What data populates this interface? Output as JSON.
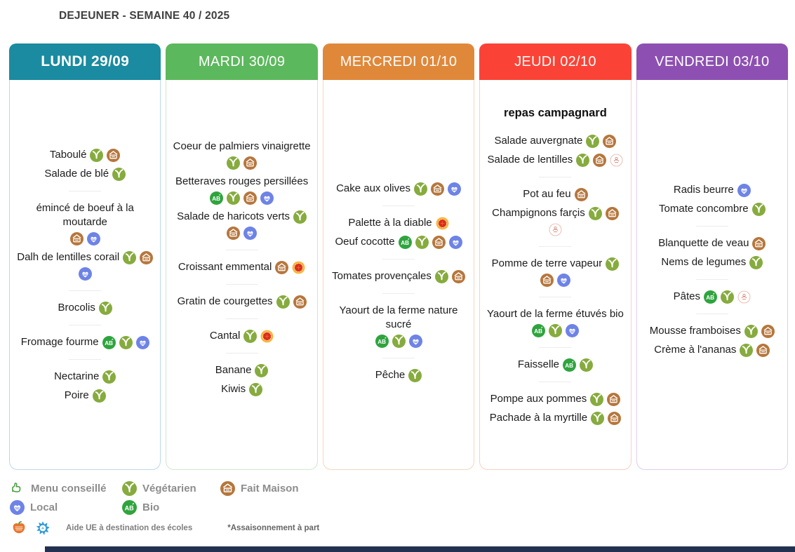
{
  "title": "DEJEUNER - SEMAINE 40 / 2025",
  "icon_meanings": {
    "veg": "Végétarien",
    "fm": "Fait Maison",
    "local": "Local",
    "bio": "Bio",
    "aop": "AOP label",
    "label": "quality label"
  },
  "colors": {
    "veg": "#86ab3e",
    "fait_maison": "#b6763c",
    "local": "#6e83e6",
    "bio": "#2fa43e",
    "aop_outer": "#f5b63e",
    "aop_inner": "#dd2b1c",
    "bottom_bar": "#23304f"
  },
  "columns": [
    {
      "day": "LUNDI 29/09",
      "color": "#1a8ba0",
      "border": "#b9dae8",
      "bold": true,
      "meal_title": "",
      "groups": [
        [
          {
            "text": "Taboulé",
            "icons": [
              "veg",
              "fm"
            ]
          },
          {
            "text": "Salade de blé",
            "icons": [
              "veg"
            ]
          }
        ],
        [
          {
            "text": "émincé de boeuf à la moutarde",
            "icons": [
              "fm",
              "local"
            ]
          },
          {
            "text": "Dalh de lentilles corail",
            "icons": [
              "veg",
              "fm",
              "local"
            ]
          }
        ],
        [
          {
            "text": "Brocolis",
            "icons": [
              "veg"
            ]
          }
        ],
        [
          {
            "text": "Fromage fourme",
            "icons": [
              "bio",
              "veg",
              "local"
            ]
          }
        ],
        [
          {
            "text": "Nectarine",
            "icons": [
              "veg"
            ]
          },
          {
            "text": "Poire",
            "icons": [
              "veg"
            ]
          }
        ]
      ]
    },
    {
      "day": "MARDI 30/09",
      "color": "#5cb85c",
      "border": "#cde9cd",
      "bold": false,
      "meal_title": "",
      "groups": [
        [
          {
            "text": "Coeur de palmiers vinaigrette",
            "icons": [
              "veg",
              "fm"
            ]
          },
          {
            "text": "Betteraves rouges persillées",
            "icons": [
              "bio",
              "veg",
              "fm",
              "local"
            ]
          },
          {
            "text": "Salade de haricots verts",
            "icons": [
              "veg",
              "fm",
              "local"
            ]
          }
        ],
        [
          {
            "text": "Croissant emmental",
            "icons": [
              "fm",
              "aop"
            ]
          }
        ],
        [
          {
            "text": "Gratin de courgettes",
            "icons": [
              "veg",
              "fm"
            ]
          }
        ],
        [
          {
            "text": "Cantal",
            "icons": [
              "veg",
              "aop"
            ]
          }
        ],
        [
          {
            "text": "Banane",
            "icons": [
              "veg"
            ]
          },
          {
            "text": "Kiwis",
            "icons": [
              "veg"
            ]
          }
        ]
      ]
    },
    {
      "day": "MERCREDI 01/10",
      "color": "#e0883a",
      "border": "#f4d8bd",
      "bold": false,
      "meal_title": "",
      "groups": [
        [
          {
            "text": "Cake aux olives",
            "icons": [
              "veg",
              "fm",
              "local"
            ]
          }
        ],
        [
          {
            "text": "Palette à la diable",
            "icons": [
              "aop"
            ]
          },
          {
            "text": "Oeuf cocotte",
            "icons": [
              "bio",
              "veg",
              "fm",
              "local"
            ]
          }
        ],
        [
          {
            "text": "Tomates provençales",
            "icons": [
              "veg",
              "fm"
            ]
          }
        ],
        [
          {
            "text": "Yaourt de la ferme nature sucré",
            "icons": [
              "bio",
              "veg",
              "local"
            ]
          }
        ],
        [
          {
            "text": "Pêche",
            "icons": [
              "veg"
            ]
          }
        ]
      ]
    },
    {
      "day": "JEUDI 02/10",
      "color": "#fa4336",
      "border": "#fbcfc5",
      "bold": false,
      "meal_title": "repas campagnard",
      "groups": [
        [
          {
            "text": "Salade auvergnate",
            "icons": [
              "veg",
              "fm"
            ]
          },
          {
            "text": "Salade de lentilles",
            "icons": [
              "veg",
              "fm",
              "label"
            ]
          }
        ],
        [
          {
            "text": "Pot au feu",
            "icons": [
              "fm"
            ]
          },
          {
            "text": "Champignons farçis",
            "icons": [
              "veg",
              "fm",
              "label"
            ]
          }
        ],
        [
          {
            "text": "Pomme de terre vapeur",
            "icons": [
              "veg",
              "fm",
              "local"
            ]
          }
        ],
        [
          {
            "text": "Yaourt de la ferme étuvés bio",
            "icons": [
              "bio",
              "veg",
              "local"
            ]
          }
        ],
        [
          {
            "text": "Faisselle",
            "icons": [
              "bio",
              "veg"
            ]
          }
        ],
        [
          {
            "text": "Pompe aux pommes",
            "icons": [
              "veg",
              "fm"
            ]
          },
          {
            "text": "Pachade à la myrtille",
            "icons": [
              "veg",
              "fm"
            ]
          }
        ]
      ]
    },
    {
      "day": "VENDREDI 03/10",
      "color": "#8d50b2",
      "border": "#e0cdec",
      "bold": false,
      "meal_title": "",
      "groups": [
        [
          {
            "text": "Radis beurre",
            "icons": [
              "local"
            ]
          },
          {
            "text": "Tomate concombre",
            "icons": [
              "veg"
            ]
          }
        ],
        [
          {
            "text": "Blanquette de veau",
            "icons": [
              "fm"
            ]
          },
          {
            "text": "Nems de legumes",
            "icons": [
              "veg"
            ]
          }
        ],
        [
          {
            "text": "Pâtes",
            "icons": [
              "bio",
              "veg",
              "label"
            ]
          }
        ],
        [
          {
            "text": "Mousse framboises",
            "icons": [
              "veg",
              "fm"
            ]
          },
          {
            "text": "Crème à l'ananas",
            "icons": [
              "veg",
              "fm"
            ]
          }
        ]
      ]
    }
  ],
  "legend": {
    "menu_conseille": "Menu conseillé",
    "vegetarien": "Végétarien",
    "fait_maison": "Fait Maison",
    "local": "Local",
    "bio": "Bio",
    "aide_ue": "Aide UE à destination des écoles",
    "assaisonnement": "*Assaisonnement à part"
  }
}
